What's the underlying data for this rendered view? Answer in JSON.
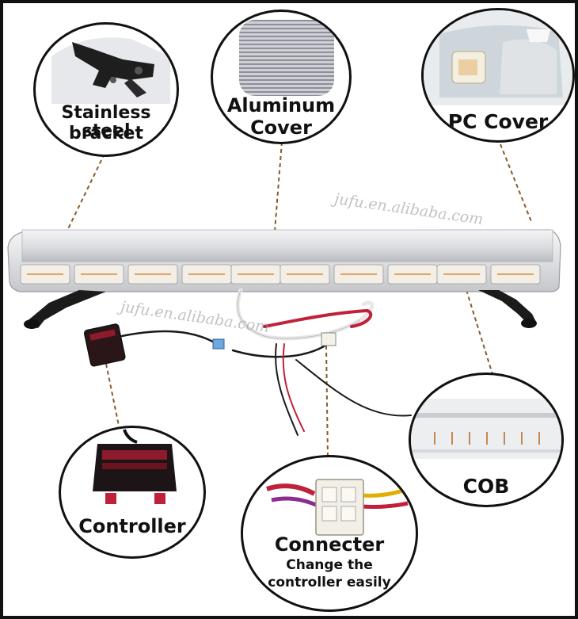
{
  "watermark": "jufu.en.alibaba.com",
  "callouts": {
    "bracket": {
      "line1": "Stainless steel",
      "line2": "bracket"
    },
    "aluminum": {
      "line1": "Aluminum",
      "line2": "Cover"
    },
    "pc": {
      "label": "PC Cover"
    },
    "cob": {
      "label": "COB"
    },
    "controller": {
      "label": "Controller"
    },
    "connecter": {
      "title": "Connecter",
      "line1": "Change the",
      "line2": "controller easily"
    }
  },
  "colors": {
    "leader": "#8a5a2b",
    "border": "#111111",
    "wire_red": "#c0213a",
    "wire_black": "#1a1a1a",
    "led_amber": "#d98a3a"
  }
}
